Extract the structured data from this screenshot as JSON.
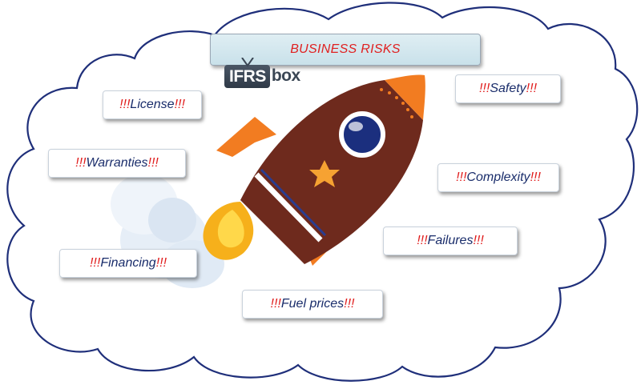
{
  "title": "BUSINESS RISKS",
  "logo": {
    "left": "IFRS",
    "right": "box"
  },
  "risks": [
    {
      "name": "License"
    },
    {
      "name": "Warranties"
    },
    {
      "name": "Financing"
    },
    {
      "name": "Fuel prices"
    },
    {
      "name": "Failures"
    },
    {
      "name": "Complexity"
    },
    {
      "name": "Safety"
    }
  ],
  "marker": "!!!",
  "colors": {
    "outline": "#1f2f7a",
    "accent": "#e02020",
    "rocket_body": "#6e2a1d",
    "rocket_orange": "#f27c21"
  }
}
